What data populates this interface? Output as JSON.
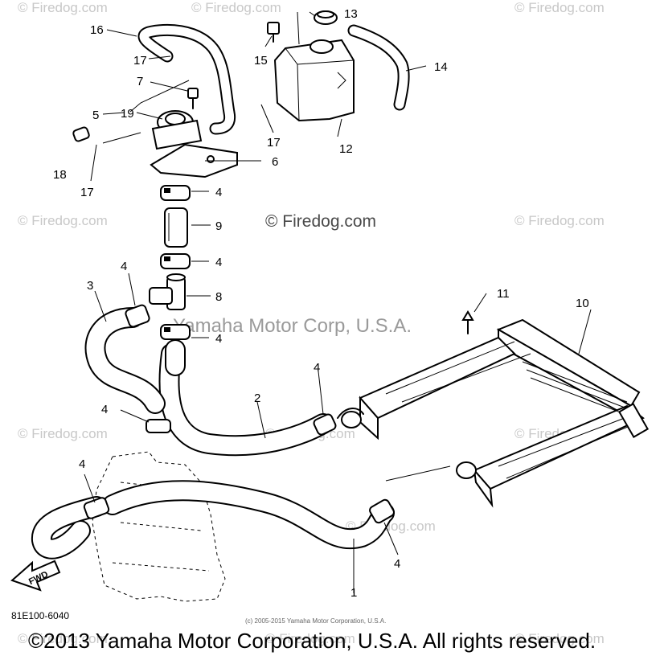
{
  "diagram": {
    "watermarks": [
      "© Firedog.com",
      "© Firedog.com",
      "© Firedog.com",
      "© Firedog.com",
      "© Firedog.com",
      "© Firedog.com",
      "© Firedog.com",
      "© Firedog.com",
      "© Firedog.com",
      "© Firedog.com",
      "© Firedog.com",
      "© Firedog.com"
    ],
    "main_watermark": "© Firedog.com",
    "mid_watermark": "Yamaha Motor Corp, U.S.A.",
    "callouts": {
      "c1": "1",
      "c2": "2",
      "c3": "3",
      "c4a": "4",
      "c4b": "4",
      "c4c": "4",
      "c4d": "4",
      "c4e": "4",
      "c4f": "4",
      "c4g": "4",
      "c4h": "4",
      "c5": "5",
      "c6": "6",
      "c7": "7",
      "c8": "8",
      "c9": "9",
      "c10": "10",
      "c11": "11",
      "c12": "12",
      "c13": "13",
      "c14": "14",
      "c15": "15",
      "c16": "16",
      "c17a": "17",
      "c17b": "17",
      "c17c": "17",
      "c18": "18",
      "c19": "19"
    },
    "fwd_label": "FWD",
    "part_code": "81E100-6040",
    "small_copyright": "(c) 2005-2015 Yamaha Motor Corporation, U.S.A.",
    "footer_copyright": "©2013 Yamaha Motor Corporation, U.S.A. All rights reserved."
  }
}
